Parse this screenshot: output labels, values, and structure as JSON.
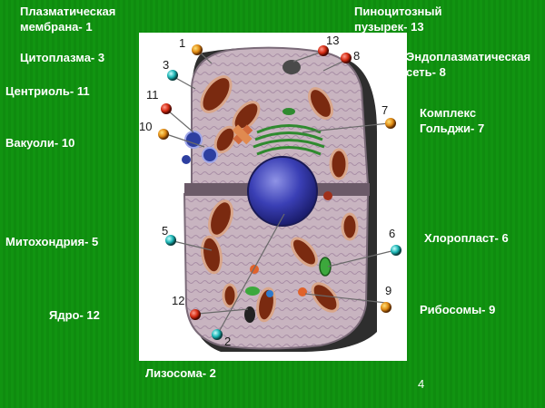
{
  "labels": {
    "plasma_membrane": [
      "Плазматическая",
      "мембрана- 1"
    ],
    "pinocytic_vesicle": [
      "Пиноцитозный",
      "пузырек- 13"
    ],
    "cytoplasm": "Цитоплазма- 3",
    "er": [
      "Эндоплазматическая",
      "сеть- 8"
    ],
    "centriole": "Центриоль- 11",
    "golgi": [
      "Комплекс",
      "Гольджи- 7"
    ],
    "vacuole": "Вакуоли- 10",
    "mitochondria": "Митохондрия- 5",
    "chloroplast": "Хлоропласт- 6",
    "nucleus": "Ядро- 12",
    "ribosomes": "Рибосомы- 9",
    "lysosome": "Лизосома- 2"
  },
  "diagram_numbers": [
    "1",
    "3",
    "11",
    "10",
    "13",
    "8",
    "7",
    "5",
    "6",
    "12",
    "9",
    "2"
  ],
  "slide_number": "4",
  "colors": {
    "background": "#0e8a0e",
    "text": "#ffffff",
    "panel": "#ffffff"
  }
}
